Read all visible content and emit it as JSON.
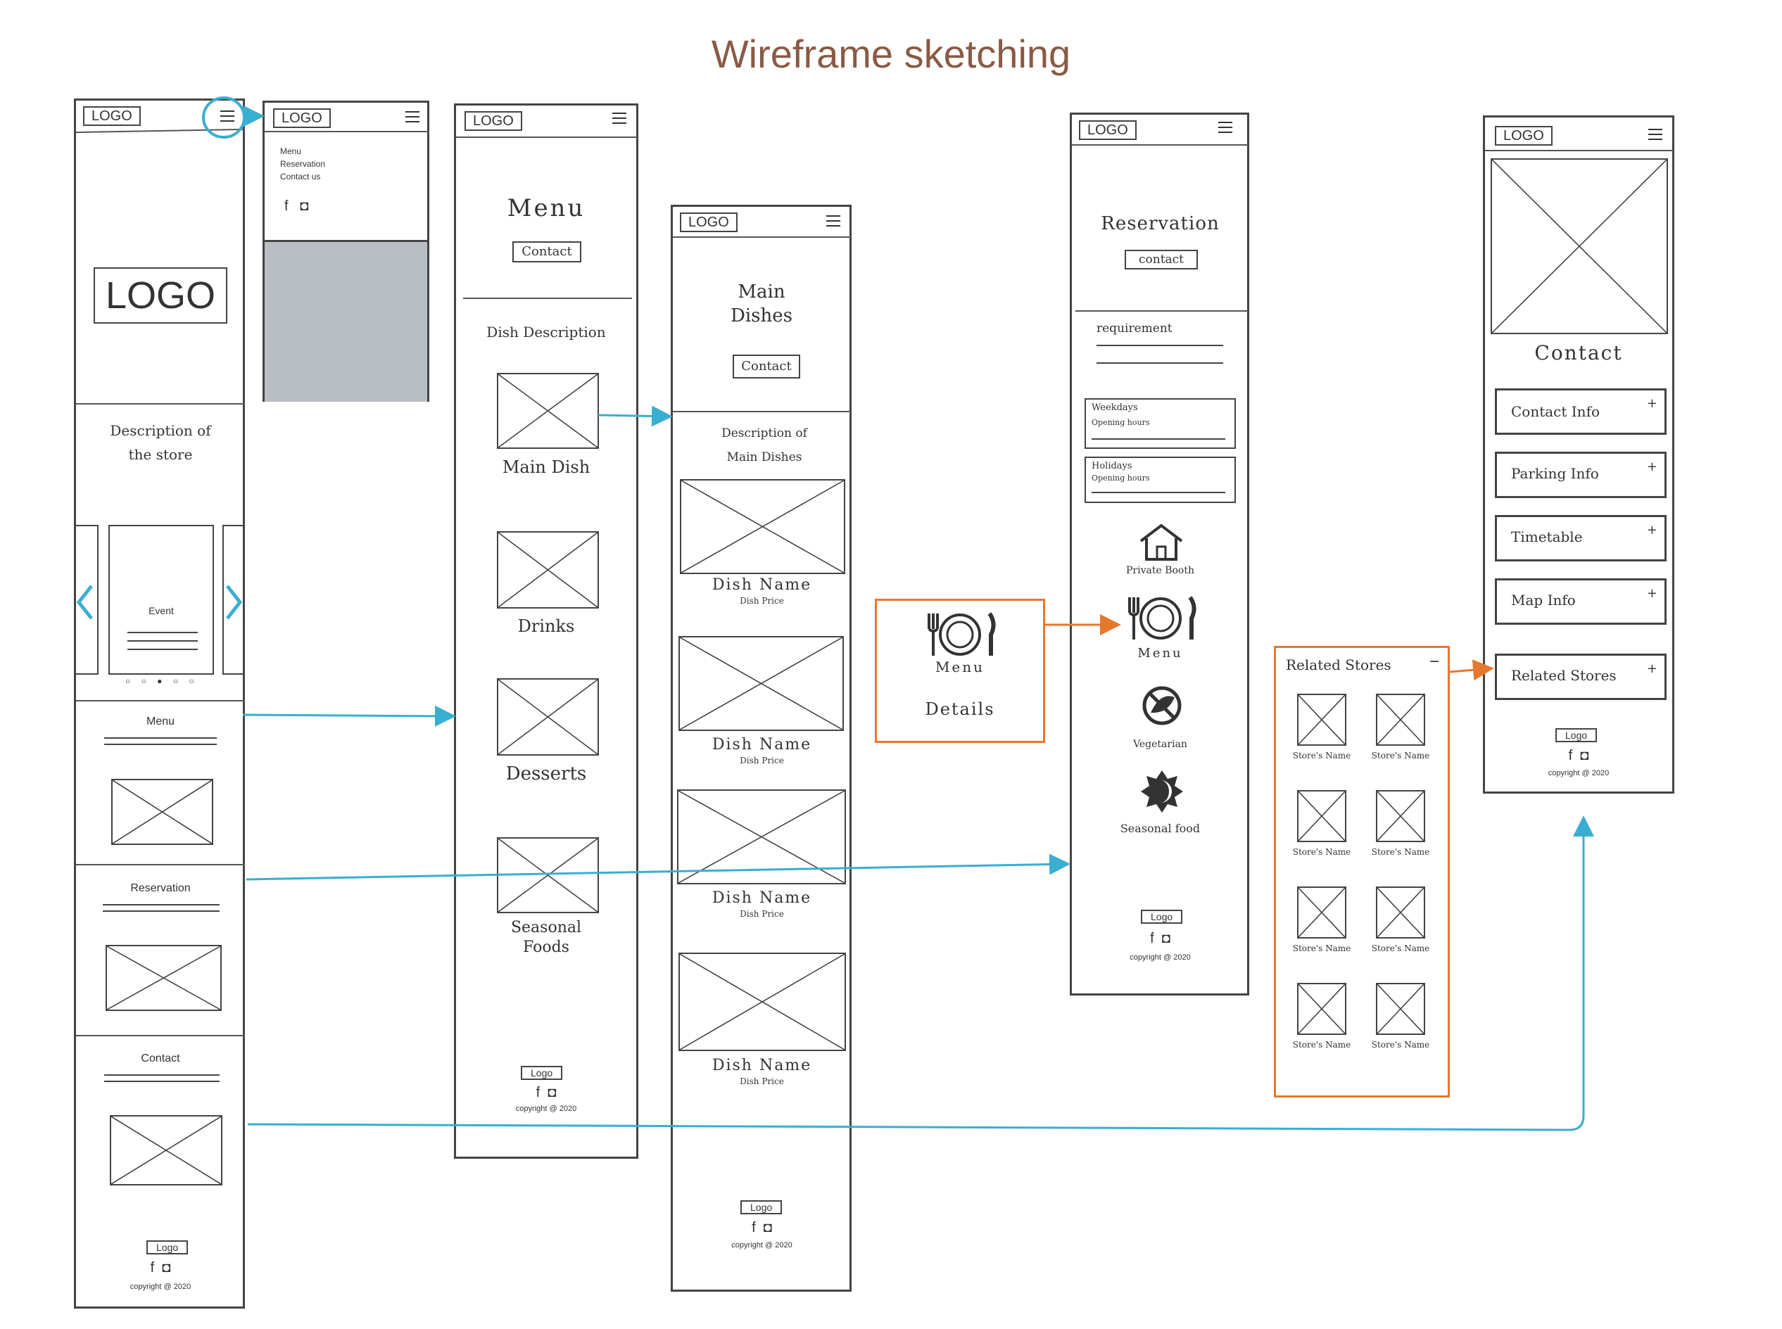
{
  "title": "Wireframe sketching",
  "colors": {
    "title": "#8a5a44",
    "connector_blue": "#3aaed0",
    "connector_orange": "#e8772e",
    "overlay_gray": "#b9bec4"
  },
  "home": {
    "logo_small": "LOGO",
    "hero_logo": "LOGO",
    "description": "Description of the store",
    "carousel_label": "Event",
    "sections": [
      "Menu",
      "Reservation",
      "Contact"
    ],
    "footer_logo": "Logo",
    "copyright": "copyright @ 2020"
  },
  "nav": {
    "logo": "LOGO",
    "items": [
      "Menu",
      "Reservation",
      "Contact us"
    ]
  },
  "menu_page": {
    "logo": "LOGO",
    "title": "Menu",
    "contact_button": "Contact",
    "subtitle": "Dish Description",
    "items": [
      "Main Dish",
      "Drinks",
      "Desserts",
      "Seasonal Foods"
    ],
    "footer_logo": "Logo",
    "copyright": "copyright @ 2020"
  },
  "main_dishes": {
    "logo": "LOGO",
    "title": "Main Dishes",
    "contact_button": "Contact",
    "description": "Description of Main Dishes",
    "dishes": [
      {
        "name": "Dish Name",
        "price": "Dish Price"
      },
      {
        "name": "Dish Name",
        "price": "Dish Price"
      },
      {
        "name": "Dish Name",
        "price": "Dish Price"
      },
      {
        "name": "Dish Name",
        "price": "Dish Price"
      }
    ],
    "footer_logo": "Logo",
    "copyright": "copyright @ 2020"
  },
  "details_box": {
    "label1": "Menu",
    "label2": "Details"
  },
  "reservation": {
    "logo": "LOGO",
    "title": "Reservation",
    "contact_button": "contact",
    "requirement": "requirement",
    "hours": [
      {
        "day": "Weekdays",
        "label": "Opening hours"
      },
      {
        "day": "Holidays",
        "label": "Opening hours"
      }
    ],
    "icons": [
      "Private Booth",
      "Menu",
      "Vegetarian",
      "Seasonal food"
    ],
    "footer_logo": "Logo",
    "copyright": "copyright @ 2020"
  },
  "related": {
    "title": "Related Stores",
    "collapse": "−",
    "store_label": "Store's Name"
  },
  "contact_page": {
    "logo": "LOGO",
    "title": "Contact",
    "items": [
      "Contact Info",
      "Parking Info",
      "Timetable",
      "Map Info",
      "Related Stores"
    ],
    "plus": "+",
    "footer_logo": "Logo",
    "copyright": "copyright @ 2020"
  }
}
